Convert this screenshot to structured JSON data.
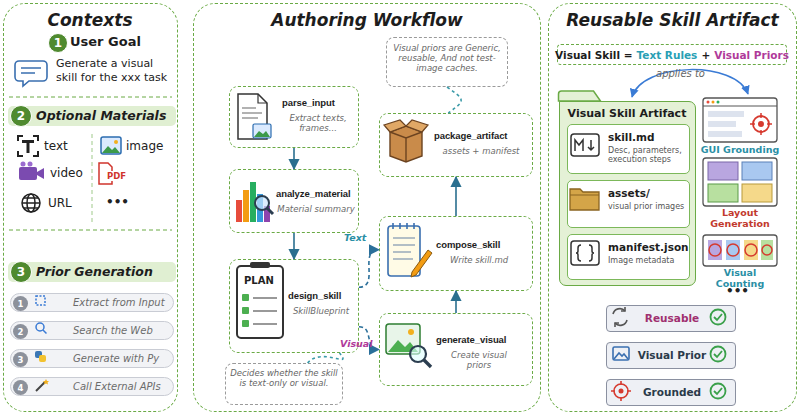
{
  "diagram": {
    "nodes": [
      {
        "text": [
          "Contexts"
        ]
      },
      {
        "text": [
          "1"
        ],
        "in": 0
      },
      {
        "text": [
          "Optional Materials"
        ],
        "in": 0
      },
      {
        "text": [
          "2"
        ],
        "in": 2
      },
      {
        "text": [
          "Prior Generation"
        ],
        "in": 0
      },
      {
        "text": [
          "3"
        ],
        "in": 4
      },
      {
        "text": [
          "Extract from Input"
        ],
        "in": 0
      },
      {
        "text": [
          "1"
        ],
        "in": 6
      },
      {
        "text": [
          "Search the Web"
        ],
        "in": 0
      },
      {
        "text": [
          "2"
        ],
        "in": 8
      },
      {
        "text": [
          "Generate with Py"
        ],
        "in": 0
      },
      {
        "text": [
          "3"
        ],
        "in": 10
      },
      {
        "text": [
          "Call External APIs"
        ],
        "in": 0
      },
      {
        "text": [
          "4"
        ],
        "in": 12
      },
      {
        "text": [
          "Authoring Workflow"
        ]
      },
      {
        "text": [
          "parse_input",
          "Extract texts, frames..."
        ],
        "in": 14
      },
      {
        "text": [
          "analyze_material",
          "Material summary"
        ],
        "in": 14
      },
      {
        "text": [
          "design_skill",
          "SkillBlueprint"
        ],
        "in": 14
      },
      {
        "text": [
          "package_artifact",
          "assets + manifest"
        ],
        "in": 14
      },
      {
        "text": [
          "compose_skill",
          "Write skill.md"
        ],
        "in": 14
      },
      {
        "text": [
          "generate_visual",
          "Create visual priors"
        ],
        "in": 14
      },
      {
        "text": [
          "Visual priors are Generic, reusable, And not test-image caches."
        ],
        "in": 14
      },
      {
        "text": [
          "Decides whether the skill is text-only or visual."
        ],
        "in": 14
      },
      {
        "text": [
          "Reusable Skill Artifact"
        ]
      },
      {
        "text": [
          "Visual Skill =",
          "Text Rules",
          "+",
          "Visual Priors"
        ],
        "in": 23
      },
      {
        "text": [
          "Visual Skill Artifact"
        ],
        "in": 23
      },
      {
        "text": [
          "skill.md",
          "Desc, parameters, execution steps"
        ],
        "in": 25
      },
      {
        "text": [
          "assets/",
          "visual prior images"
        ],
        "in": 25
      },
      {
        "text": [
          "manifest.json",
          "Image metadata"
        ],
        "in": 25
      },
      {
        "text": [
          "Reusable"
        ],
        "in": 23
      },
      {
        "text": [
          "Visual Prior"
        ],
        "in": 23
      },
      {
        "text": [
          "Grounded"
        ],
        "in": 23
      }
    ],
    "edges": [
      {
        "from": 15,
        "to": 16,
        "arrow": "to"
      },
      {
        "from": 16,
        "to": 17,
        "arrow": "to"
      },
      {
        "from": 17,
        "to": 19,
        "label": "Text",
        "arrow": "to"
      },
      {
        "from": 17,
        "to": 20,
        "label": "Visual",
        "arrow": "to"
      },
      {
        "from": 20,
        "to": 19,
        "arrow": "to"
      },
      {
        "from": 19,
        "to": 18,
        "arrow": "to"
      },
      {
        "from": 21,
        "to": 18,
        "arrow": "none"
      },
      {
        "from": 22,
        "to": 17,
        "arrow": "none"
      }
    ],
    "labels": [
      "User Goal",
      "Generate a visual skill for the xxx task",
      "text",
      "image",
      "video",
      "PDF",
      "URL",
      "•••",
      "PLAN",
      "applies to",
      "GUI Grounding",
      "Layout Generation",
      "Visual Counting",
      "•••"
    ]
  }
}
